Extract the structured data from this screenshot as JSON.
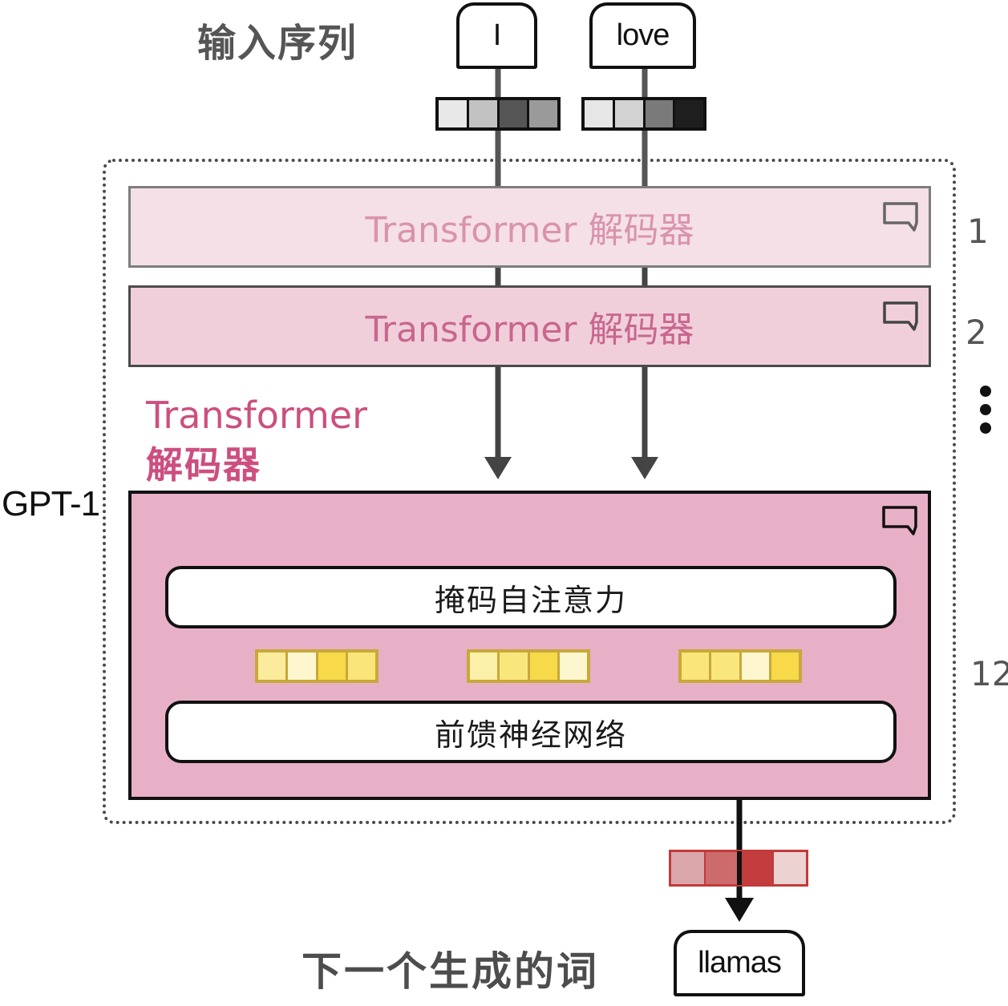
{
  "title": "GPT-1 Transformer decoder stack",
  "input_label": "输入序列",
  "input_tokens": [
    {
      "text": "I",
      "embedding_shades": [
        "#e8e8e8",
        "#c2c2c2",
        "#555555",
        "#9a9a9a"
      ]
    },
    {
      "text": "love",
      "embedding_shades": [
        "#e6e6e6",
        "#d2d2d2",
        "#7a7a7a",
        "#1e1e1e"
      ]
    }
  ],
  "model_label": "GPT-1",
  "stack": {
    "layers": [
      {
        "label": "Transformer 解码器",
        "index": "1"
      },
      {
        "label": "Transformer 解码器",
        "index": "2"
      }
    ],
    "ellipsis": "⋮",
    "final_layer": {
      "side_label_line1": "Transformer",
      "side_label_line2": "解码器",
      "index": "12",
      "attention_label": "掩码自注意力",
      "ffn_label": "前馈神经网络",
      "hidden_vectors": [
        [
          "#fbeb9c",
          "#fdf6cf",
          "#f7d94a",
          "#f9e579"
        ],
        [
          "#fbf0a8",
          "#f9e77e",
          "#f7d94a",
          "#fdf6cf"
        ],
        [
          "#f9e579",
          "#f9e77e",
          "#fdf6cf",
          "#f7d94a"
        ]
      ]
    }
  },
  "output": {
    "vector_shades": [
      "#dba7ab",
      "#cc6a6c",
      "#c23c3e",
      "#ecd3d2"
    ],
    "label": "下一个生成的词",
    "token": "llamas"
  },
  "colors": {
    "layer_light": "#f5e0e7",
    "layer_mid": "#f0cfdb",
    "block_fill": "#e8b0c6",
    "accent_pink": "#cc4f7f"
  }
}
